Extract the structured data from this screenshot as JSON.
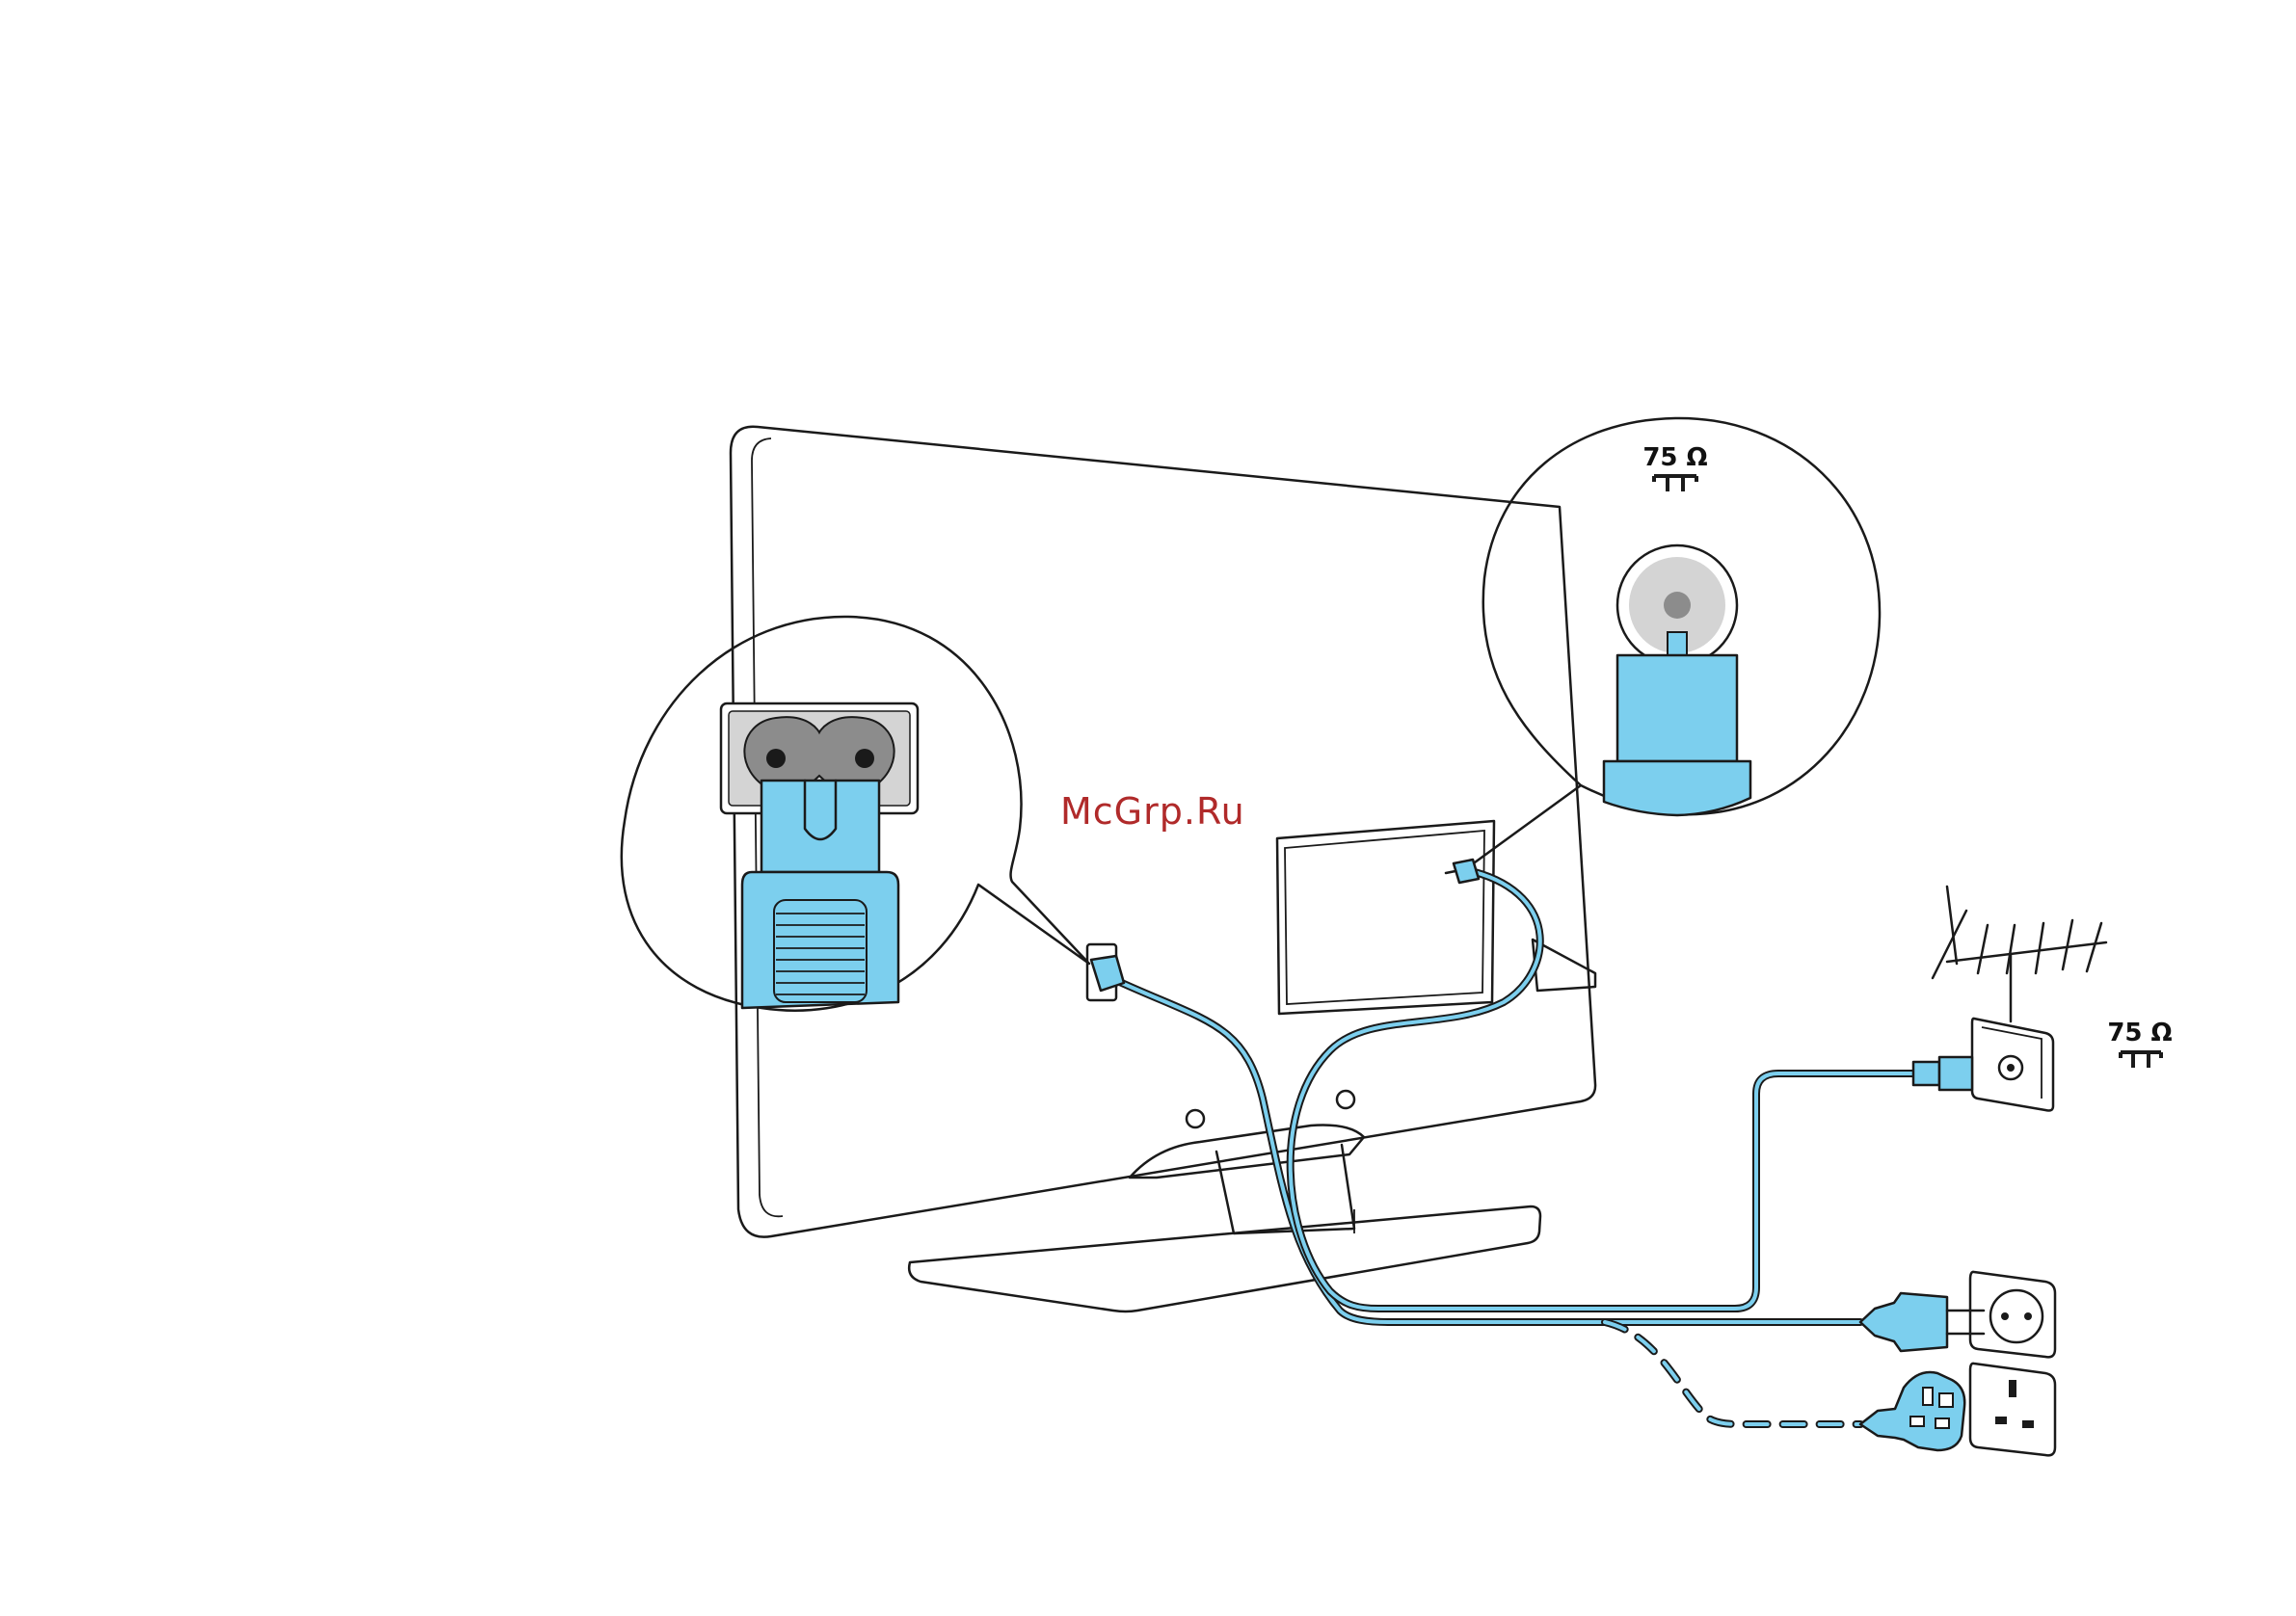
{
  "labels": {
    "antenna_impedance_zoom": "75 Ω",
    "antenna_impedance_wall": "75 Ω"
  },
  "watermark": "McGrp.Ru",
  "colors": {
    "connector_blue": "#7ccfee",
    "outline": "#1a1a1a",
    "socket_grey": "#8c8c8c",
    "light_grey": "#d4d4d4",
    "watermark_red": "#b02a2a"
  },
  "icons": [
    "tv-rear-icon",
    "power-inlet-zoom-icon",
    "antenna-inlet-zoom-icon",
    "aerial-antenna-icon",
    "antenna-wall-socket-icon",
    "eu-wall-socket-icon",
    "uk-wall-socket-icon",
    "eu-plug-icon",
    "uk-plug-icon"
  ]
}
